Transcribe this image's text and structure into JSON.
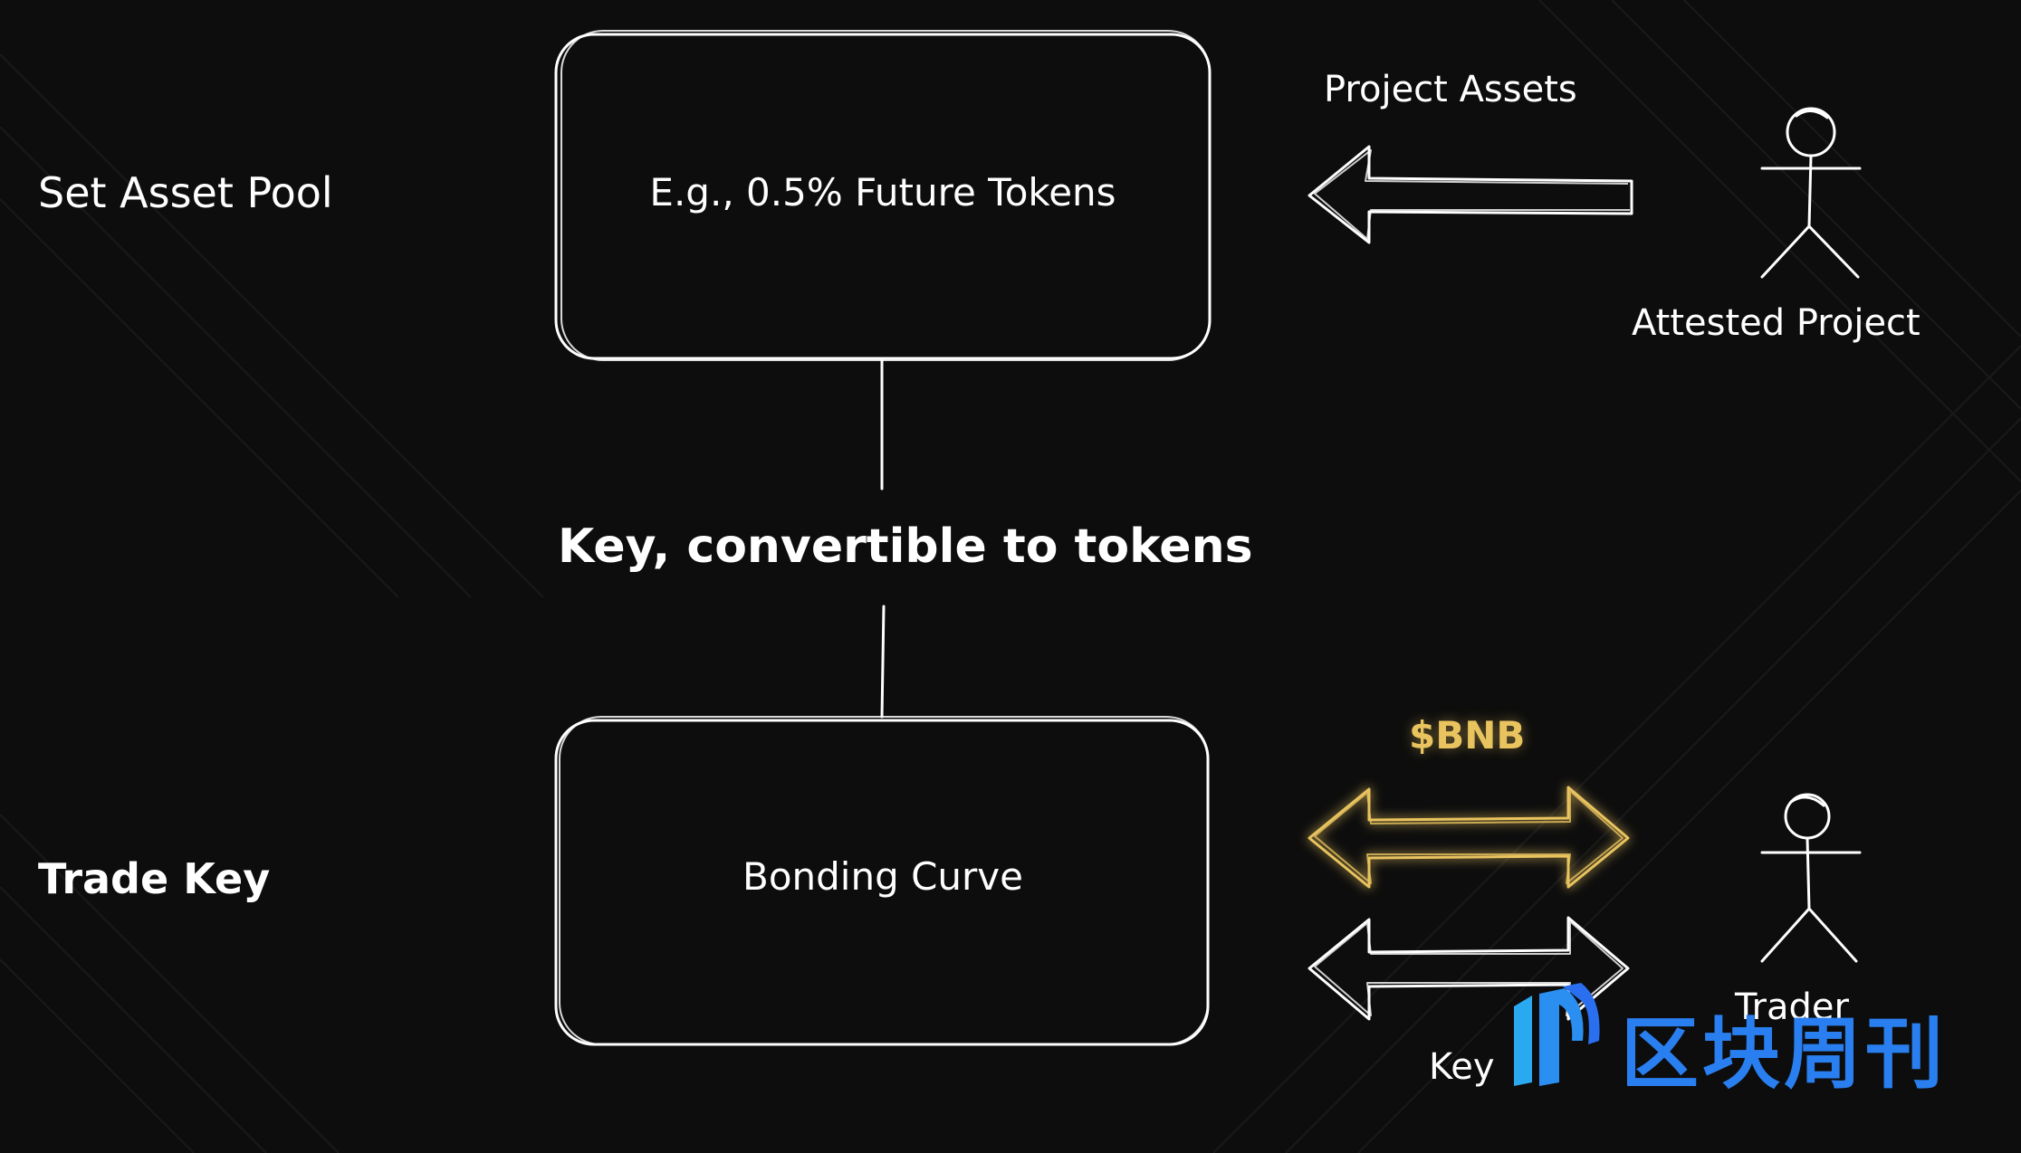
{
  "labels": {
    "set_asset_pool": "Set Asset Pool",
    "trade_key": "Trade Key",
    "middle": "Key, convertible to tokens",
    "project_assets": "Project Assets",
    "attested_project": "Attested Project",
    "bnb": "$BNB",
    "key": "Key",
    "trader": "Trader"
  },
  "boxes": {
    "top": "E.g., 0.5% Future Tokens",
    "bottom": "Bonding Curve"
  },
  "watermark": {
    "text": "区块周刊"
  },
  "colors": {
    "background": "#0d0d0d",
    "stroke": "#ffffff",
    "bnb_accent": "#e8c35e",
    "watermark": "#2a7ff0"
  }
}
